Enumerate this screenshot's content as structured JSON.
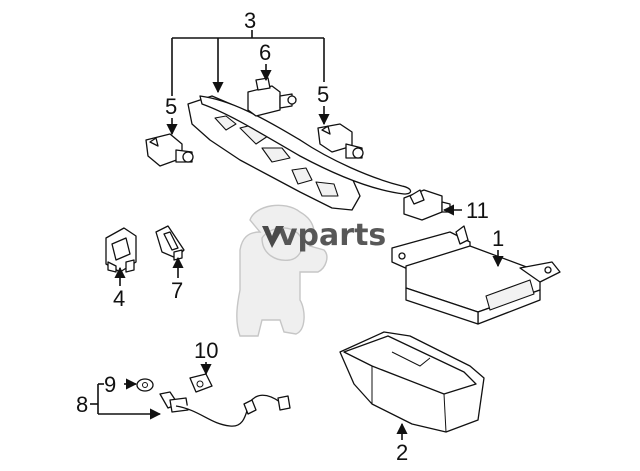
{
  "diagram": {
    "callouts": {
      "c1": "1",
      "c2": "2",
      "c3": "3",
      "c4": "4",
      "c5a": "5",
      "c5b": "5",
      "c6": "6",
      "c7": "7",
      "c8": "8",
      "c9": "9",
      "c10": "10",
      "c11": "11"
    },
    "watermark": "vparts"
  }
}
